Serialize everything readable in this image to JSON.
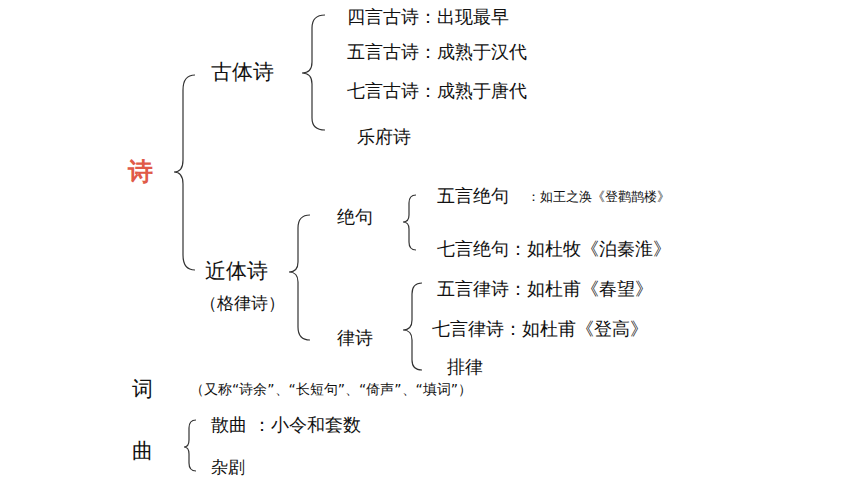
{
  "diagram": {
    "labels": [
      "四言古诗：出现最早",
      "古体诗",
      "五言古诗：成熟于汉代",
      "七言古诗：成熟于唐代",
      "乐府诗",
      "诗",
      "五言绝句",
      "：如王之涣《登鹳鹊楼》",
      "绝句",
      "七言绝句：如杜牧《泊秦淮》",
      "近体诗",
      "五言律诗：如杜甫《春望》",
      "（格律诗）",
      "七言律诗：如杜甫《登高》",
      "律诗",
      "排律",
      "词",
      "（又称“诗余”、“长短句”、“倚声”、“填词”）",
      "散曲 ：小令和套数",
      "曲",
      "杂剧"
    ]
  }
}
